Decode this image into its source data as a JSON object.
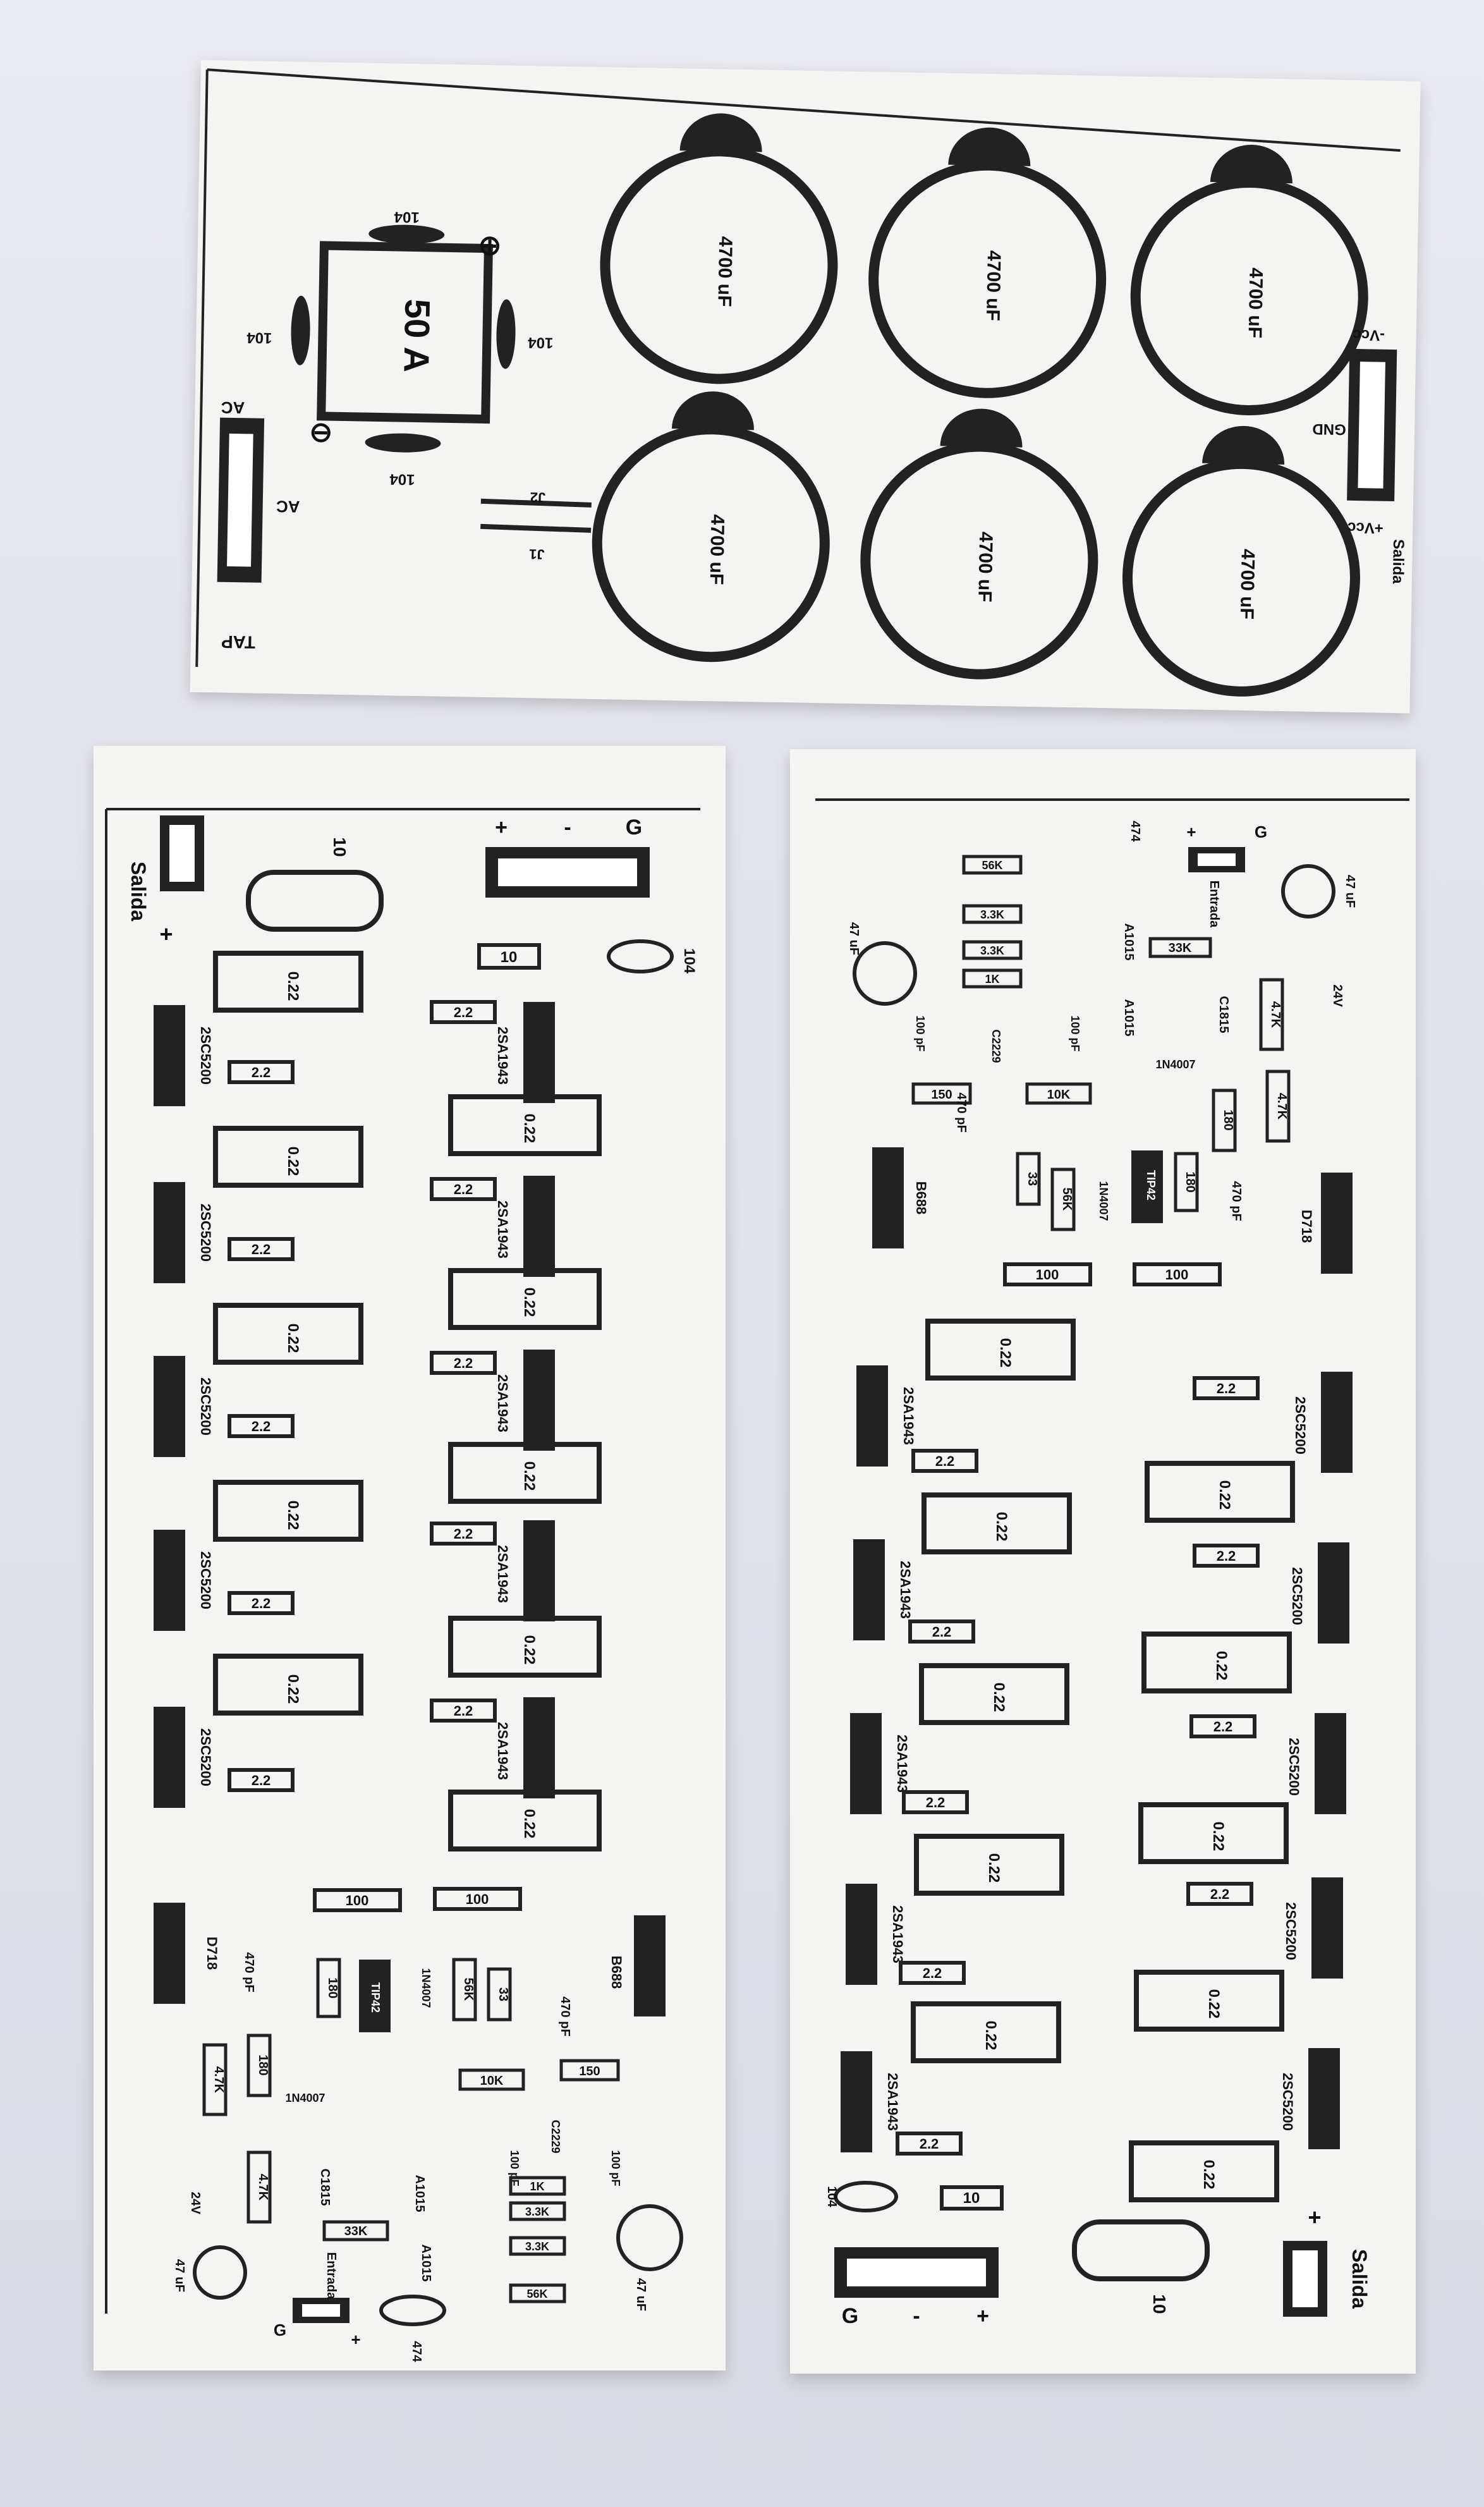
{
  "psu_board": {
    "capacitor_label": "4700 uF",
    "bridge_label": "50 A",
    "cap_104": "104",
    "ac_label": "AC",
    "tap_label": "TAP",
    "jumper_1": "J1",
    "jumper_2": "J2",
    "plus_symbol": "⊕",
    "minus_symbol": "⊖",
    "neg_vcc": "-Vcc",
    "gnd": "GND",
    "pos_vcc": "+Vcc",
    "salida": "Salida"
  },
  "amp_board": {
    "salida": "Salida",
    "plus": "+",
    "minus": "-",
    "g": "G",
    "coil": "10",
    "r10": "10",
    "cap104": "104",
    "r022": "0.22",
    "r22": "2.2",
    "npn": "2SC5200",
    "pnp": "2SA1943",
    "r100": "100",
    "b688": "B688",
    "d718": "D718",
    "c470pf": "470 pF",
    "r180": "180",
    "tip42": "TIP42",
    "d4007": "1N4007",
    "r56k": "56K",
    "r33": "33",
    "r47k": "4.7K",
    "r10k": "10K",
    "r150": "150",
    "c2229": "C2229",
    "c100pf": "100 pF",
    "r1k": "1K",
    "r33k": "3.3K",
    "r33k_b": "33K",
    "c1815": "C1815",
    "a1015": "A1015",
    "z24v": "24V",
    "c47uf": "47 uF",
    "entrada": "Entrada",
    "c474": "474",
    "g_in": "G",
    "plus_in": "+"
  }
}
